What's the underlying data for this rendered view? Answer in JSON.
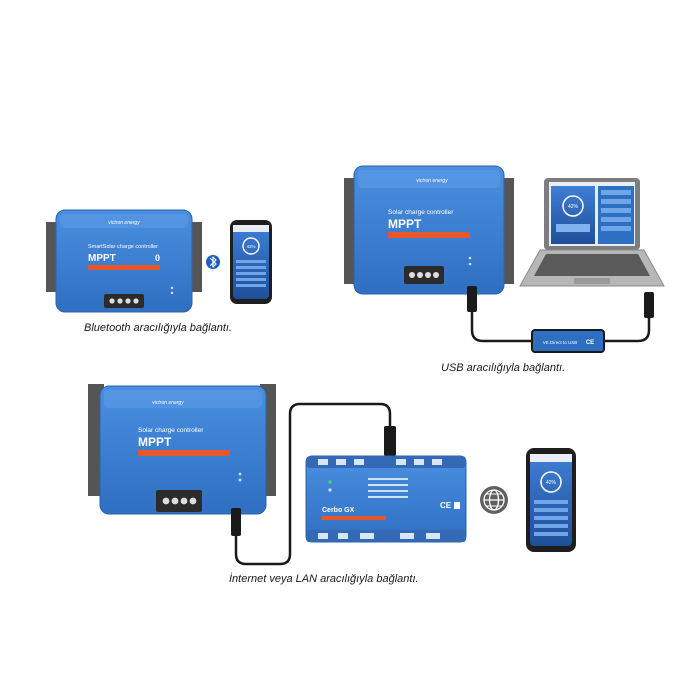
{
  "brand": {
    "name": "victron energy",
    "blue": "#3c7fd1",
    "blue_dark": "#2a62a8",
    "orange": "#e8572a",
    "bracket": "#4a4a4a"
  },
  "controllers": {
    "smartsolar": {
      "line1": "SmartSolar charge controller",
      "line2": "MPPT",
      "badge": "0"
    },
    "usb": {
      "line1": "Solar charge controller",
      "line2": "MPPT"
    },
    "lan": {
      "line1": "Solar charge controller",
      "line2": "MPPT"
    }
  },
  "interface": {
    "label": "VE.Direct to USB",
    "mark": "CE"
  },
  "gx": {
    "name": "Cerbo GX",
    "mark": "CE"
  },
  "phone": {
    "value": "42%"
  },
  "laptop": {
    "value": "42%"
  },
  "icons": [
    "bluetooth-icon",
    "globe-icon"
  ],
  "captions": {
    "bluetooth": "Bluetooth aracılığıyla bağlantı.",
    "usb": "USB aracılığıyla bağlantı.",
    "lan": "İnternet veya LAN aracılığıyla bağlantı."
  }
}
